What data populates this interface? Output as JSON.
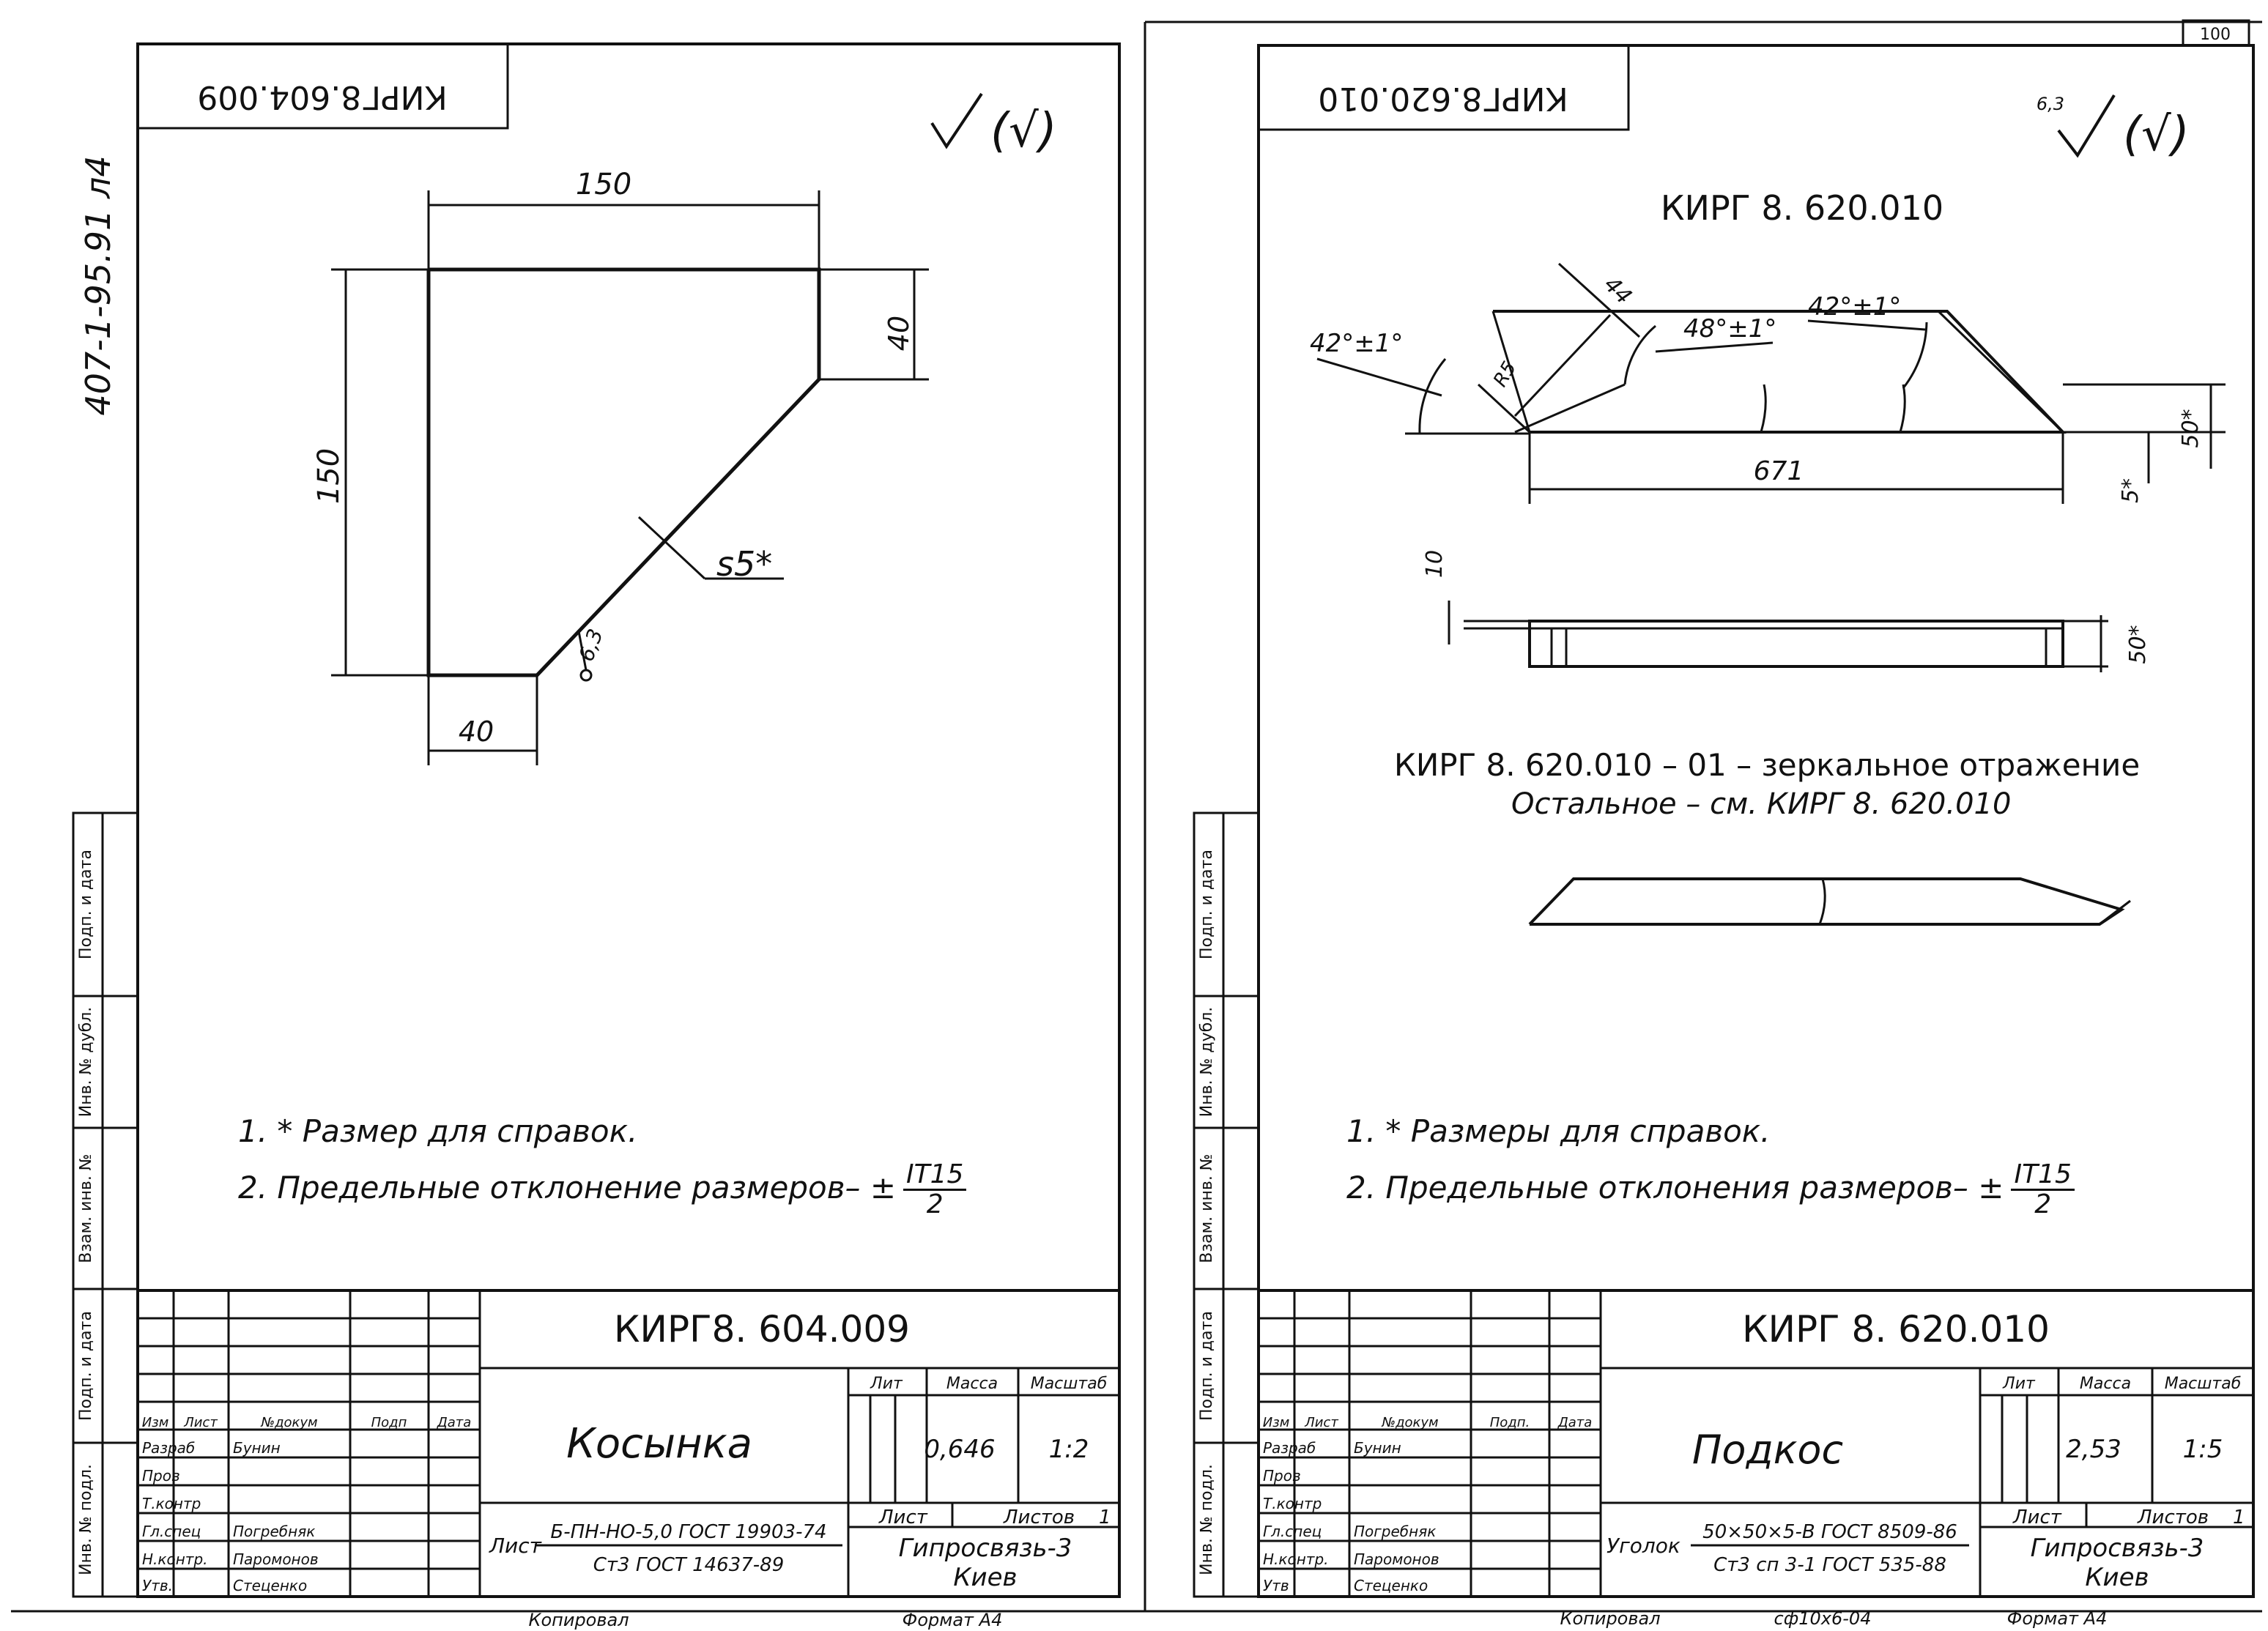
{
  "top_number": "100",
  "left_sheet": {
    "rotated_code": "КИРГ8.604.009",
    "side_code": "407-1-95.91 л4",
    "roughness": "(√)",
    "dims": {
      "top": "150",
      "right": "40",
      "left": "150",
      "bottom": "40",
      "thickness": "s5*",
      "weld": "6,3"
    },
    "notes": {
      "n1": "1. * Размер для справок.",
      "n2": "2. Предельные отклонение размеров– ±",
      "frac_num": "IT15",
      "frac_den": "2"
    },
    "stamp": {
      "designation": "КИРГ8. 604.009",
      "name": "Косынка",
      "head": {
        "izm": "Изм",
        "list": "Лист",
        "doc": "№докум",
        "sign": "Подп",
        "date": "Дата"
      },
      "rows": [
        {
          "role": "Разраб",
          "person": "Бунин"
        },
        {
          "role": "Пров",
          "person": ""
        },
        {
          "role": "Т.контр",
          "person": ""
        },
        {
          "role": "Гл.спец",
          "person": "Погребняк"
        },
        {
          "role": "Н.контр.",
          "person": "Паромонов"
        },
        {
          "role": "Утв.",
          "person": "Стеценко"
        }
      ],
      "lit_label": "Лит",
      "mass_label": "Масса",
      "scale_label": "Масштаб",
      "mass": "0,646",
      "scale": "1:2",
      "sheet_label": "Лист",
      "sheets_label": "Листов",
      "sheets": "1",
      "material_prefix": "Лист",
      "material_top": "Б-ПН-НО-5,0 ГОСТ 19903-74",
      "material_bottom": "Ст3 ГОСТ 14637-89",
      "org": "Гипросвязь-3",
      "city": "Киев",
      "copied": "Копировал",
      "format": "Формат А4"
    },
    "margin": {
      "a": "Инв. № подл.",
      "b": "Подп. и дата",
      "c": "Взам. инв. №",
      "d": "Инв. № дубл.",
      "e": "Подп. и дата"
    }
  },
  "right_sheet": {
    "rotated_code": "КИРГ8.620.010",
    "roughness_value": "6,3",
    "roughness": "(√)",
    "title": "КИРГ 8. 620.010",
    "dims": {
      "a1": "42°±1°",
      "a2": "48°±1°",
      "a3": "42°±1°",
      "d44": "44",
      "r5": "R5",
      "len": "671",
      "h50": "50*",
      "t5": "5*",
      "t10": "10",
      "w50": "50*"
    },
    "mirror_line1": "КИРГ 8. 620.010 – 01 – зеркальное отражение",
    "mirror_line2": "Остальное – см. КИРГ 8. 620.010",
    "notes": {
      "n1": "1. * Размеры для справок.",
      "n2": "2. Предельные отклонения размеров– ±",
      "frac_num": "IT15",
      "frac_den": "2"
    },
    "stamp": {
      "designation": "КИРГ 8. 620.010",
      "name": "Подкос",
      "head": {
        "izm": "Изм",
        "list": "Лист",
        "doc": "№докум",
        "sign": "Подп.",
        "date": "Дата"
      },
      "rows": [
        {
          "role": "Разраб",
          "person": "Бунин"
        },
        {
          "role": "Пров",
          "person": ""
        },
        {
          "role": "Т.контр",
          "person": ""
        },
        {
          "role": "Гл.спец",
          "person": "Погребняк"
        },
        {
          "role": "Н.контр.",
          "person": "Паромонов"
        },
        {
          "role": "Утв",
          "person": "Стеценко"
        }
      ],
      "lit_label": "Лит",
      "mass_label": "Масса",
      "scale_label": "Масштаб",
      "mass": "2,53",
      "scale": "1:5",
      "sheet_label": "Лист",
      "sheets_label": "Листов",
      "sheets": "1",
      "material_prefix": "Уголок",
      "material_top": "50×50×5-В ГОСТ 8509-86",
      "material_bottom": "Ст3 сп 3-1 ГОСТ 535-88",
      "org": "Гипросвязь-3",
      "city": "Киев",
      "copied": "Копировал",
      "copy_code": "сф10х6-04",
      "format": "Формат А4"
    },
    "margin": {
      "a": "Инв. № подл.",
      "b": "Подп. и дата",
      "c": "Взам. инв. №",
      "d": "Инв. № дубл.",
      "e": "Подп. и дата"
    }
  }
}
